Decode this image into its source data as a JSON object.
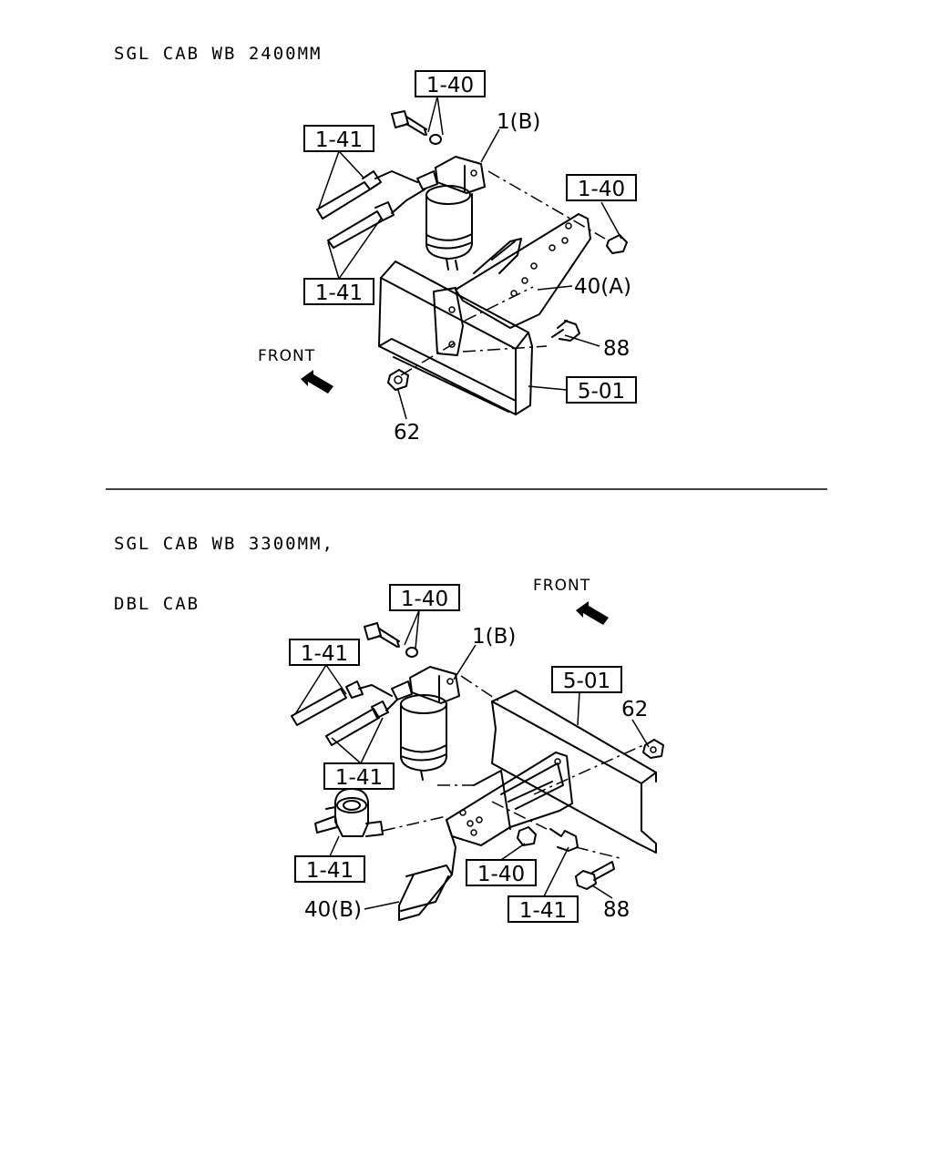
{
  "sections": [
    {
      "heading_lines": [
        "SGL CAB WB 2400MM"
      ]
    },
    {
      "heading_lines": [
        "SGL CAB WB 3300MM,",
        "DBL CAB"
      ]
    }
  ],
  "top_diagram": {
    "front_label": "FRONT",
    "ref_boxes": [
      "1-40",
      "1-41",
      "1-40",
      "1-41",
      "5-01"
    ],
    "part_labels": [
      "1(B)",
      "40(A)",
      "88",
      "62"
    ]
  },
  "bottom_diagram": {
    "front_label": "FRONT",
    "ref_boxes": [
      "1-40",
      "1-41",
      "5-01",
      "1-41",
      "1-41",
      "1-40",
      "1-41"
    ],
    "part_labels": [
      "1(B)",
      "62",
      "40(B)",
      "88"
    ]
  }
}
